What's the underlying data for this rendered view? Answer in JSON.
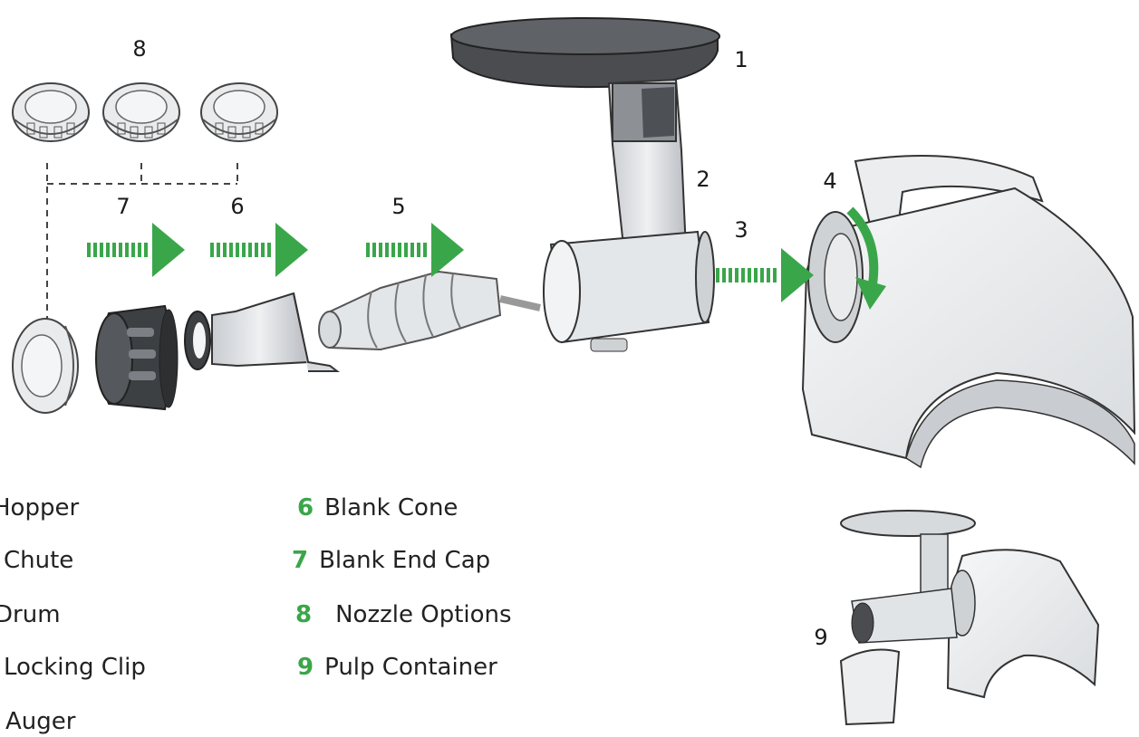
{
  "callouts": {
    "c1": "1",
    "c2": "2",
    "c3": "3",
    "c4": "4",
    "c5": "5",
    "c6": "6",
    "c7": "7",
    "c8": "8",
    "c9": "9"
  },
  "legend_left": [
    {
      "text": "Hopper"
    },
    {
      "text": "Chute"
    },
    {
      "text": "Drum"
    },
    {
      "text": "Locking Clip"
    },
    {
      "text": "Auger"
    }
  ],
  "legend_right": [
    {
      "num": "6",
      "text": "Blank Cone"
    },
    {
      "num": "7",
      "text": "Blank End Cap"
    },
    {
      "num": "8",
      "text": "Nozzle Options"
    },
    {
      "num": "9",
      "text": "Pulp Container"
    }
  ],
  "colors": {
    "arrow": "#3aa64a",
    "outline": "#333333",
    "part": "#e6e8ea",
    "dark": "#4a4c4f"
  }
}
